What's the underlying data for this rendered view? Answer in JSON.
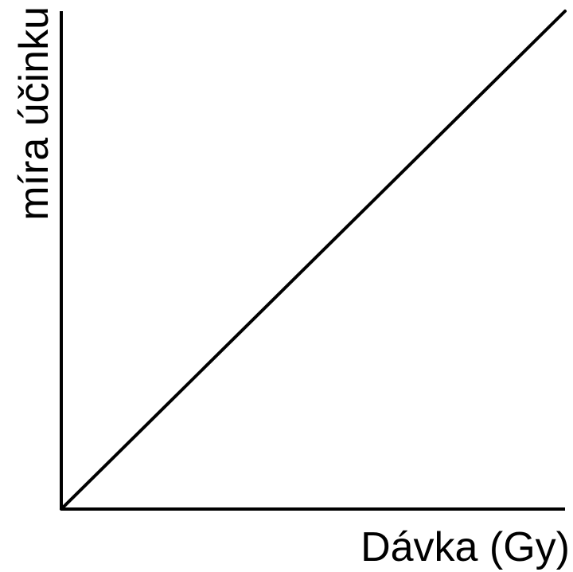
{
  "chart_data": {
    "type": "line",
    "title": "",
    "xlabel": "Dávka (Gy)",
    "ylabel": "míra účinku",
    "xlim": [
      0,
      1
    ],
    "ylim": [
      0,
      1
    ],
    "grid": false,
    "series": [
      {
        "x": [
          0,
          1
        ],
        "y": [
          0,
          1
        ]
      }
    ],
    "colors": {
      "axis": "#000000",
      "line": "#000000"
    }
  }
}
